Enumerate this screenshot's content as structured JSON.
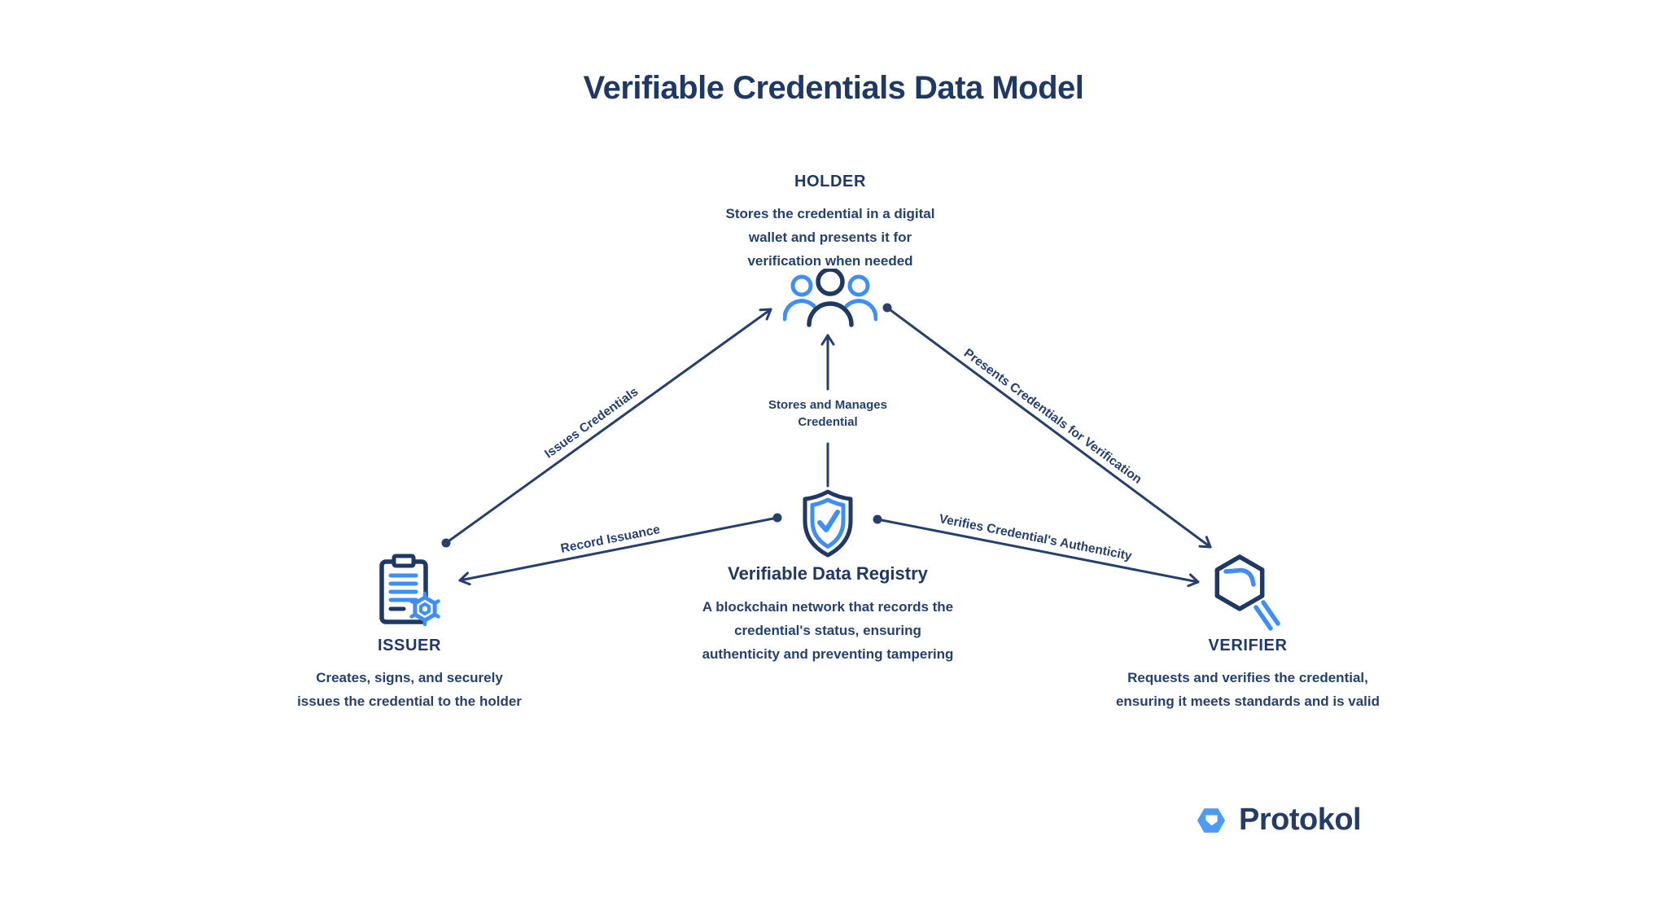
{
  "title": "Verifiable Credentials Data Model",
  "nodes": {
    "holder": {
      "label": "HOLDER",
      "desc": [
        "Stores the credential in a digital",
        "wallet and presents it for",
        "verification when needed"
      ],
      "icon": "people-group-icon"
    },
    "issuer": {
      "label": "ISSUER",
      "desc": [
        "Creates, signs, and securely",
        "issues the credential to the holder"
      ],
      "icon": "clipboard-gear-icon"
    },
    "verifier": {
      "label": "VERIFIER",
      "desc": [
        "Requests and verifies the credential,",
        "ensuring it meets standards and is valid"
      ],
      "icon": "hexagon-magnifier-icon"
    },
    "registry": {
      "label": "Verifiable Data Registry",
      "desc": [
        "A blockchain network that records the",
        "credential's status, ensuring",
        "authenticity and preventing tampering"
      ],
      "icon": "shield-check-icon"
    }
  },
  "edges": {
    "issues_credentials": "Issues Credentials",
    "record_issuance": "Record Issuance",
    "verifies_authenticity": "Verifies Credential's Authenticity",
    "presents_credentials": "Presents Credentials for Verification",
    "stores_manages": [
      "Stores and Manages",
      "Credential"
    ]
  },
  "logo": {
    "wordmark": "Protokol",
    "icon": "protokol-hexagon-logo"
  },
  "colors": {
    "text_navy": "#1F3864",
    "line_navy": "#25406E",
    "accent_blue": "#3F8EF6",
    "logo_blue": "#4D9BF8",
    "background": "#FFFFFF"
  }
}
